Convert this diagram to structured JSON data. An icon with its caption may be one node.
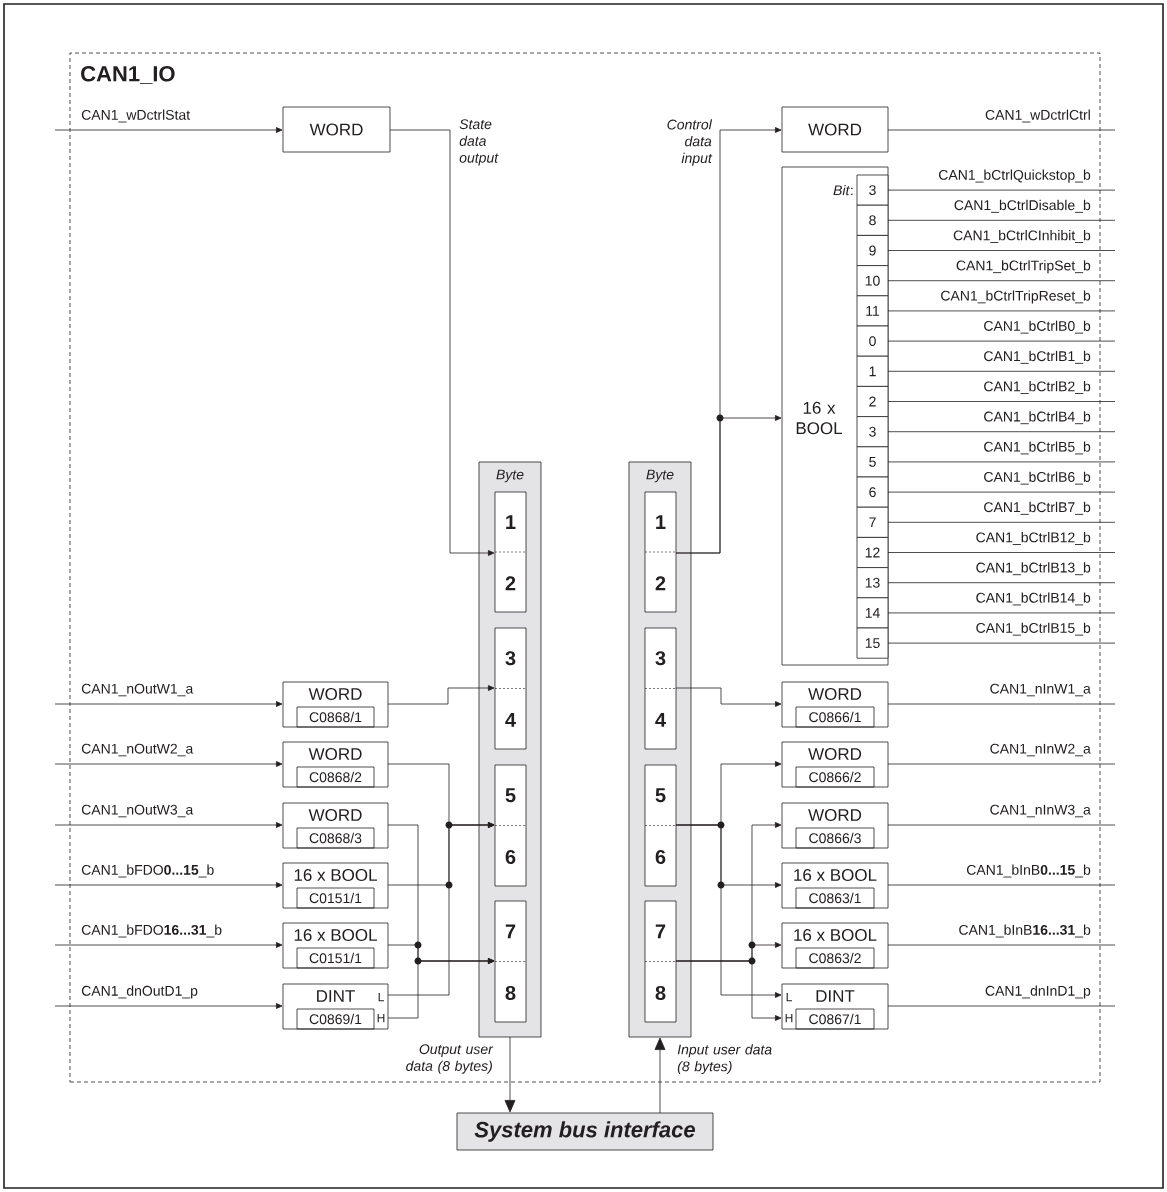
{
  "diagram": {
    "nodes": [
      {
        "text": [
          "CAN1_IO"
        ]
      },
      {
        "text": [
          "WORD"
        ],
        "in": 0
      },
      {
        "text": [
          "Byte"
        ],
        "in": 0
      },
      {
        "text": [
          "1",
          "2"
        ],
        "in": 2
      },
      {
        "text": [
          "3",
          "4"
        ],
        "in": 2
      },
      {
        "text": [
          "5",
          "6"
        ],
        "in": 2
      },
      {
        "text": [
          "7",
          "8"
        ],
        "in": 2
      },
      {
        "text": [
          "WORD",
          "C0868/1"
        ],
        "in": 0
      },
      {
        "text": [
          "WORD",
          "C0868/2"
        ],
        "in": 0
      },
      {
        "text": [
          "WORD",
          "C0868/3"
        ],
        "in": 0
      },
      {
        "text": [
          "16 x BOOL",
          "C0151/1"
        ],
        "in": 0
      },
      {
        "text": [
          "16 x BOOL",
          "C0151/1"
        ],
        "in": 0
      },
      {
        "text": [
          "DINT",
          "C0869/1",
          "L",
          "H"
        ],
        "in": 0
      },
      {
        "text": [
          "Byte"
        ],
        "in": 0
      },
      {
        "text": [
          "1",
          "2"
        ],
        "in": 13
      },
      {
        "text": [
          "3",
          "4"
        ],
        "in": 13
      },
      {
        "text": [
          "5",
          "6"
        ],
        "in": 13
      },
      {
        "text": [
          "7",
          "8"
        ],
        "in": 13
      },
      {
        "text": [
          "WORD"
        ],
        "in": 0
      },
      {
        "text": [
          "*Bit*:",
          "16 x BOOL"
        ],
        "in": 0
      },
      {
        "text": [
          "3"
        ],
        "in": 19
      },
      {
        "text": [
          "8"
        ],
        "in": 19
      },
      {
        "text": [
          "9"
        ],
        "in": 19
      },
      {
        "text": [
          "10"
        ],
        "in": 19
      },
      {
        "text": [
          "11"
        ],
        "in": 19
      },
      {
        "text": [
          "0"
        ],
        "in": 19
      },
      {
        "text": [
          "1"
        ],
        "in": 19
      },
      {
        "text": [
          "2"
        ],
        "in": 19
      },
      {
        "text": [
          "3"
        ],
        "in": 19
      },
      {
        "text": [
          "5"
        ],
        "in": 19
      },
      {
        "text": [
          "6"
        ],
        "in": 19
      },
      {
        "text": [
          "7"
        ],
        "in": 19
      },
      {
        "text": [
          "12"
        ],
        "in": 19
      },
      {
        "text": [
          "13"
        ],
        "in": 19
      },
      {
        "text": [
          "14"
        ],
        "in": 19
      },
      {
        "text": [
          "15"
        ],
        "in": 19
      },
      {
        "text": [
          "WORD",
          "C0866/1"
        ],
        "in": 0
      },
      {
        "text": [
          "WORD",
          "C0866/2"
        ],
        "in": 0
      },
      {
        "text": [
          "WORD",
          "C0866/3"
        ],
        "in": 0
      },
      {
        "text": [
          "16 x BOOL",
          "C0863/1"
        ],
        "in": 0
      },
      {
        "text": [
          "16 x BOOL",
          "C0863/2"
        ],
        "in": 0
      },
      {
        "text": [
          "DINT",
          "C0867/1",
          "L",
          "H"
        ],
        "in": 0
      },
      {
        "text": [
          "System bus interface"
        ]
      }
    ],
    "edges": [
      {
        "from": null,
        "to": 1,
        "arrow": "to",
        "label": "CAN1_wDctrlStat"
      },
      {
        "from": 1,
        "to": 3,
        "arrow": "to",
        "label": "State data output"
      },
      {
        "from": null,
        "to": 7,
        "arrow": "to",
        "label": "CAN1_nOutW1_a"
      },
      {
        "from": null,
        "to": 8,
        "arrow": "to",
        "label": "CAN1_nOutW2_a"
      },
      {
        "from": null,
        "to": 9,
        "arrow": "to",
        "label": "CAN1_nOutW3_a"
      },
      {
        "from": null,
        "to": 10,
        "arrow": "to",
        "label": "CAN1_bFDO**0...15**_b"
      },
      {
        "from": null,
        "to": 11,
        "arrow": "to",
        "label": "CAN1_bFDO**16...31**_b"
      },
      {
        "from": null,
        "to": 12,
        "arrow": "to",
        "label": "CAN1_dnOutD1_p"
      },
      {
        "from": 7,
        "to": 4,
        "arrow": "to"
      },
      {
        "from": 8,
        "to": 5,
        "arrow": "to"
      },
      {
        "from": 10,
        "to": 5,
        "arrow": "to"
      },
      {
        "from": 12,
        "to": 5,
        "arrow": "to"
      },
      {
        "from": 9,
        "to": 6,
        "arrow": "to"
      },
      {
        "from": 11,
        "to": 6,
        "arrow": "to"
      },
      {
        "from": 12,
        "to": 6,
        "arrow": "to"
      },
      {
        "from": 14,
        "to": 18,
        "arrow": "to",
        "label": "Control data input"
      },
      {
        "from": 14,
        "to": 19,
        "arrow": "to"
      },
      {
        "from": 18,
        "to": null,
        "arrow": "none",
        "label": "CAN1_wDctrlCtrl"
      },
      {
        "from": 20,
        "to": null,
        "arrow": "none",
        "label": "CAN1_bCtrlQuickstop_b"
      },
      {
        "from": 21,
        "to": null,
        "arrow": "none",
        "label": "CAN1_bCtrlDisable_b"
      },
      {
        "from": 22,
        "to": null,
        "arrow": "none",
        "label": "CAN1_bCtrlCInhibit_b"
      },
      {
        "from": 23,
        "to": null,
        "arrow": "none",
        "label": "CAN1_bCtrlTripSet_b"
      },
      {
        "from": 24,
        "to": null,
        "arrow": "none",
        "label": "CAN1_bCtrlTripReset_b"
      },
      {
        "from": 25,
        "to": null,
        "arrow": "none",
        "label": "CAN1_bCtrlB0_b"
      },
      {
        "from": 26,
        "to": null,
        "arrow": "none",
        "label": "CAN1_bCtrlB1_b"
      },
      {
        "from": 27,
        "to": null,
        "arrow": "none",
        "label": "CAN1_bCtrlB2_b"
      },
      {
        "from": 28,
        "to": null,
        "arrow": "none",
        "label": "CAN1_bCtrlB4_b"
      },
      {
        "from": 29,
        "to": null,
        "arrow": "none",
        "label": "CAN1_bCtrlB5_b"
      },
      {
        "from": 30,
        "to": null,
        "arrow": "none",
        "label": "CAN1_bCtrlB6_b"
      },
      {
        "from": 31,
        "to": null,
        "arrow": "none",
        "label": "CAN1_bCtrlB7_b"
      },
      {
        "from": 32,
        "to": null,
        "arrow": "none",
        "label": "CAN1_bCtrlB12_b"
      },
      {
        "from": 33,
        "to": null,
        "arrow": "none",
        "label": "CAN1_bCtrlB13_b"
      },
      {
        "from": 34,
        "to": null,
        "arrow": "none",
        "label": "CAN1_bCtrlB14_b"
      },
      {
        "from": 35,
        "to": null,
        "arrow": "none",
        "label": "CAN1_bCtrlB15_b"
      },
      {
        "from": 15,
        "to": 36,
        "arrow": "to"
      },
      {
        "from": 16,
        "to": 37,
        "arrow": "to"
      },
      {
        "from": 16,
        "to": 39,
        "arrow": "to"
      },
      {
        "from": 16,
        "to": 41,
        "arrow": "to"
      },
      {
        "from": 17,
        "to": 38,
        "arrow": "to"
      },
      {
        "from": 17,
        "to": 40,
        "arrow": "to"
      },
      {
        "from": 17,
        "to": 41,
        "arrow": "to"
      },
      {
        "from": 36,
        "to": null,
        "arrow": "none",
        "label": "CAN1_nInW1_a"
      },
      {
        "from": 37,
        "to": null,
        "arrow": "none",
        "label": "CAN1_nInW2_a"
      },
      {
        "from": 38,
        "to": null,
        "arrow": "none",
        "label": "CAN1_nInW3_a"
      },
      {
        "from": 39,
        "to": null,
        "arrow": "none",
        "label": "CAN1_bInB**0...15**_b"
      },
      {
        "from": 40,
        "to": null,
        "arrow": "none",
        "label": "CAN1_bInB**16...31**_b"
      },
      {
        "from": 41,
        "to": null,
        "arrow": "none",
        "label": "CAN1_dnInD1_p"
      },
      {
        "from": 2,
        "to": 42,
        "arrow": "to",
        "label": "Output user data (8 bytes)"
      },
      {
        "from": 42,
        "to": 13,
        "arrow": "to",
        "label": "Input user data (8 bytes)"
      }
    ]
  }
}
